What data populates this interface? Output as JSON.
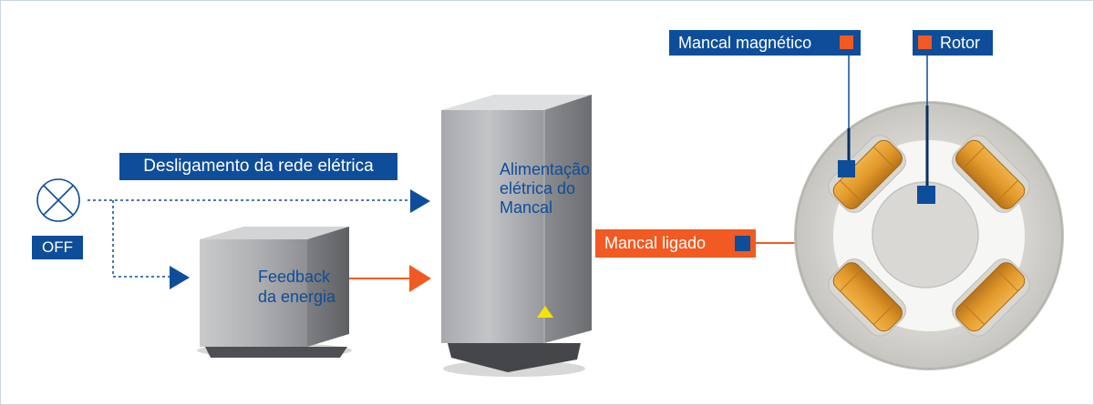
{
  "labels": {
    "off": "OFF",
    "grid_shutdown": "Desligamento da rede elétrica",
    "energy_feedback": "Feedback\nda energia",
    "bearing_power_supply": "Alimentação\nelétrica do\nMancal",
    "bearing_on": "Mancal ligado",
    "magnetic_bearing": "Mancal magnético",
    "rotor": "Rotor"
  },
  "icons": {
    "switch": "off-switch-icon",
    "warning": "warning-triangle-icon"
  },
  "colors": {
    "brand_blue": "#0e4d9a",
    "accent_orange": "#f15a22",
    "cabinet_gray": "#9a9ca0",
    "magnet_orange": "#e09a2c",
    "warning_yellow": "#f4e400"
  }
}
